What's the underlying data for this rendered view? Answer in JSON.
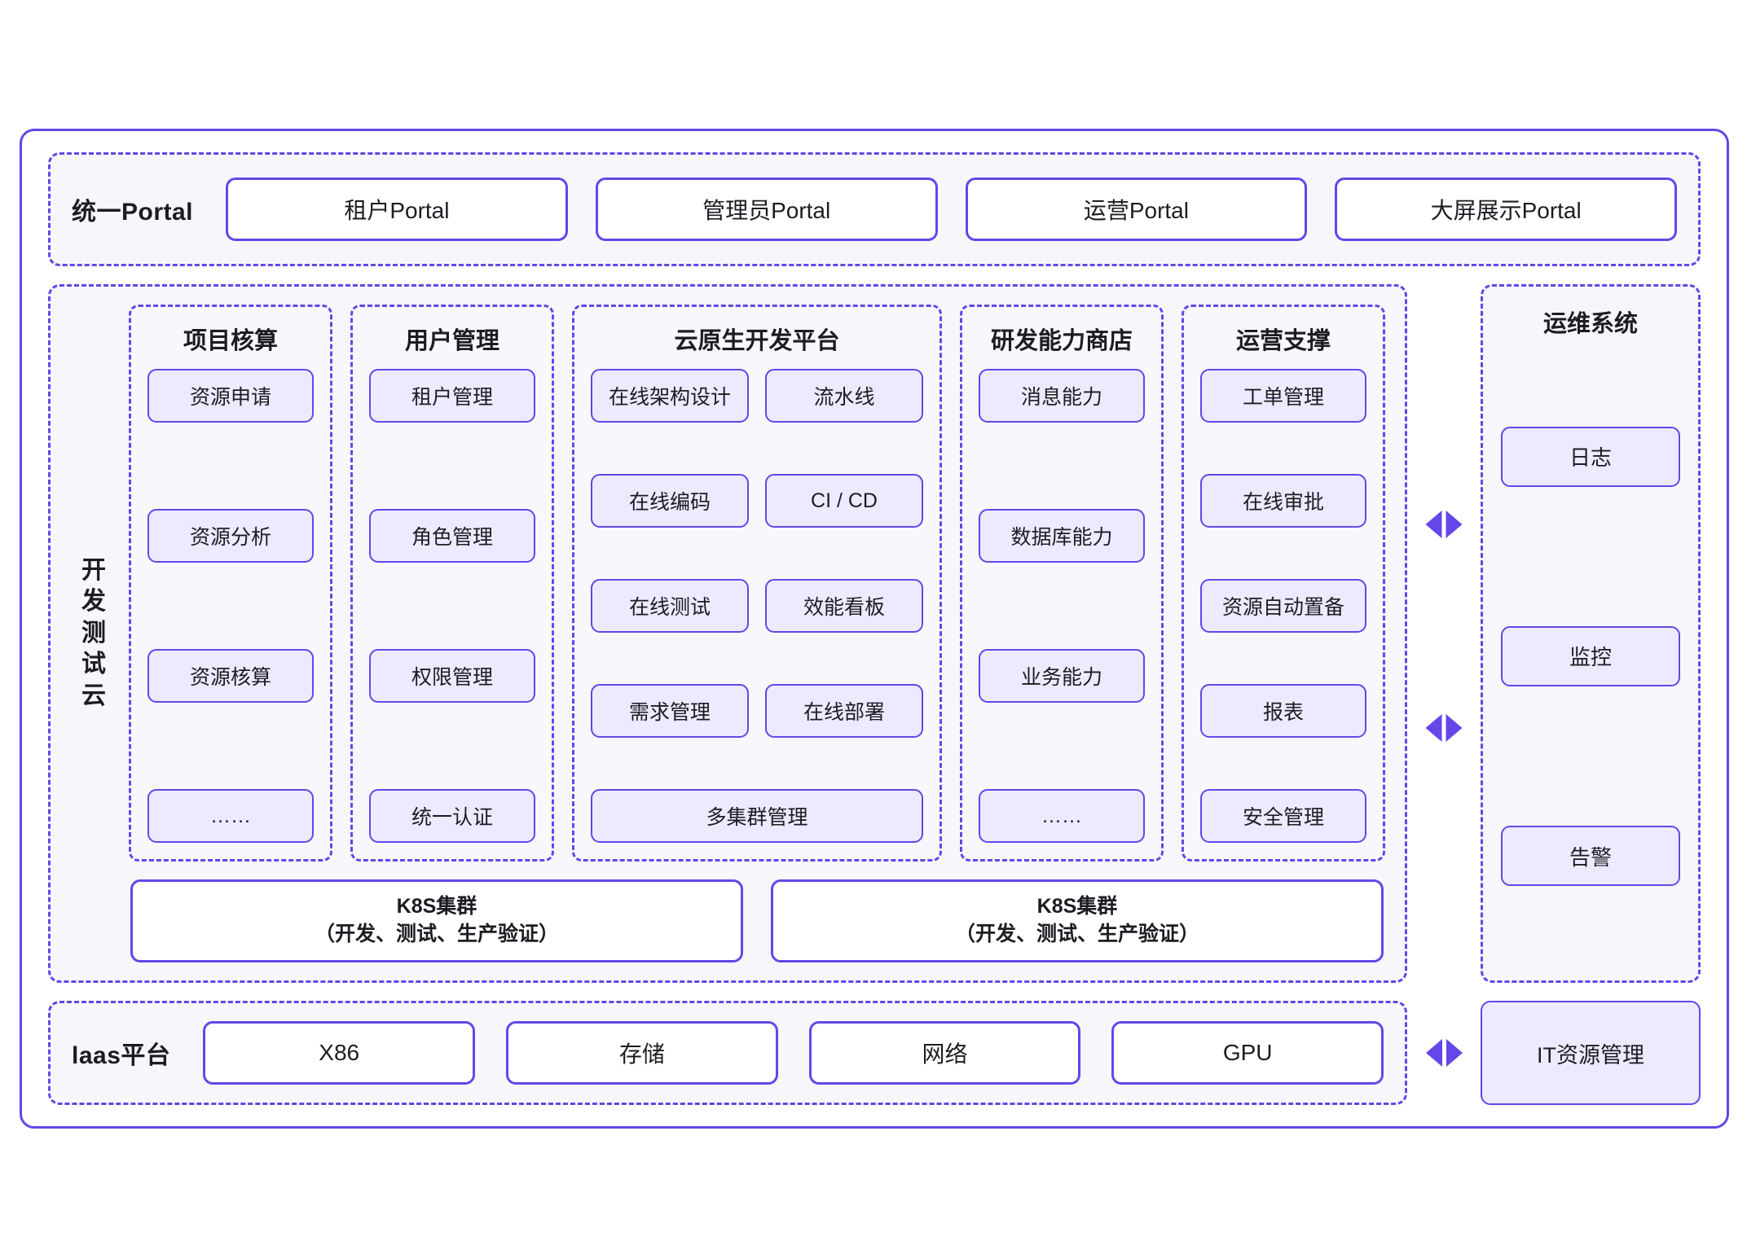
{
  "portal": {
    "label": "统一Portal",
    "items": [
      {
        "label": "租户Portal"
      },
      {
        "label": "管理员Portal"
      },
      {
        "label": "运营Portal"
      },
      {
        "label": "大屏展示Portal"
      }
    ]
  },
  "devtest": {
    "label": "开发测试云",
    "columns": [
      {
        "title": "项目核算",
        "items": [
          "资源申请",
          "资源分析",
          "资源核算",
          "……"
        ]
      },
      {
        "title": "用户管理",
        "items": [
          "租户管理",
          "角色管理",
          "权限管理",
          "统一认证"
        ]
      },
      {
        "title": "云原生开发平台",
        "rows": [
          [
            "在线架构设计",
            "流水线"
          ],
          [
            "在线编码",
            "CI / CD"
          ],
          [
            "在线测试",
            "效能看板"
          ],
          [
            "需求管理",
            "在线部署"
          ]
        ],
        "wide_item": "多集群管理"
      },
      {
        "title": "研发能力商店",
        "items": [
          "消息能力",
          "数据库能力",
          "业务能力",
          "……"
        ]
      },
      {
        "title": "运营支撑",
        "items": [
          "工单管理",
          "在线审批",
          "资源自动置备",
          "报表",
          "安全管理"
        ]
      }
    ],
    "k8s": [
      {
        "line1": "K8S集群",
        "line2": "（开发、测试、生产验证）"
      },
      {
        "line1": "K8S集群",
        "line2": "（开发、测试、生产验证）"
      }
    ]
  },
  "ops": {
    "title": "运维系统",
    "items": [
      "日志",
      "监控",
      "告警"
    ]
  },
  "iaas": {
    "label": "laas平台",
    "items": [
      "X86",
      "存储",
      "网络",
      "GPU"
    ],
    "it_resource": "IT资源管理"
  },
  "colors": {
    "accent": "#6546e8",
    "chip_fill": "#eceaff",
    "band_fill": "#f6f7fa",
    "panel_fill": "#f7f8fb",
    "white": "#ffffff",
    "text": "#1c1c22"
  }
}
